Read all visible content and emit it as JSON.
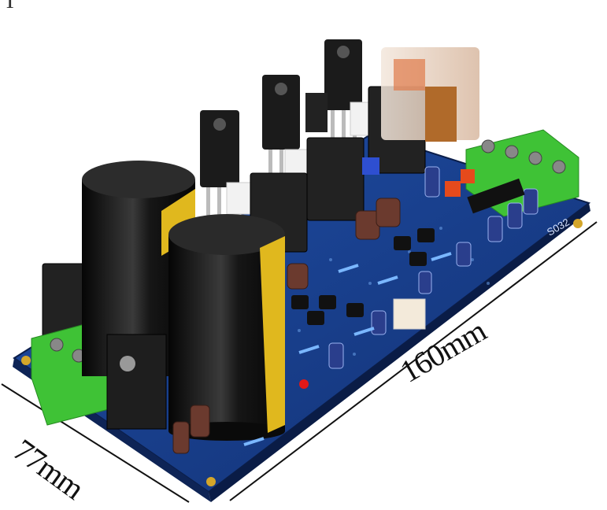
{
  "image": {
    "subject": "Audio power amplifier circuit board",
    "dimensions": {
      "length_label": "160mm",
      "width_label": "77mm"
    },
    "board_marking": "S032",
    "colors": {
      "background": "#ffffff",
      "pcb": "#1a3f8a",
      "terminal_green": "#3fc236",
      "capacitor_black": "#151515",
      "capacitor_stripe": "#e0b81e",
      "heatsink": "#222222"
    }
  }
}
